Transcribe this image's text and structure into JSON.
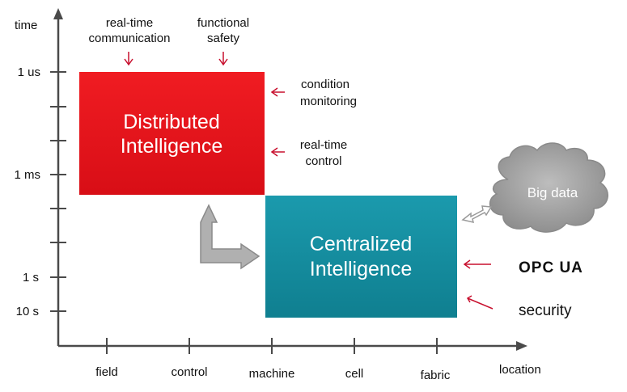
{
  "axes": {
    "y_title": "time",
    "x_title": "location",
    "y_ticks": [
      "1 us",
      "1 ms",
      "1 s",
      "10 s"
    ],
    "x_ticks": [
      "field",
      "control",
      "machine",
      "cell",
      "fabric"
    ]
  },
  "top_annotations": {
    "realtime_comm": [
      "real-time",
      "communication"
    ],
    "functional_safety": [
      "functional",
      "safety"
    ]
  },
  "side_annotations": {
    "condition_monitoring": [
      "condition",
      "monitoring"
    ],
    "realtime_control": [
      "real-time",
      "control"
    ]
  },
  "boxes": {
    "distributed": {
      "line1": "Distributed",
      "line2": "Intelligence",
      "color": "#e8141b"
    },
    "centralized": {
      "line1": "Centralized",
      "line2": "Intelligence",
      "color": "#128a9c"
    }
  },
  "cloud": {
    "label": "Big data"
  },
  "right_labels": {
    "opc": "OPC UA",
    "security": "security"
  },
  "colors": {
    "arrow_red": "#c8102e",
    "axis": "#4a4a4a",
    "gray_arrow": "#a9a9a9"
  }
}
